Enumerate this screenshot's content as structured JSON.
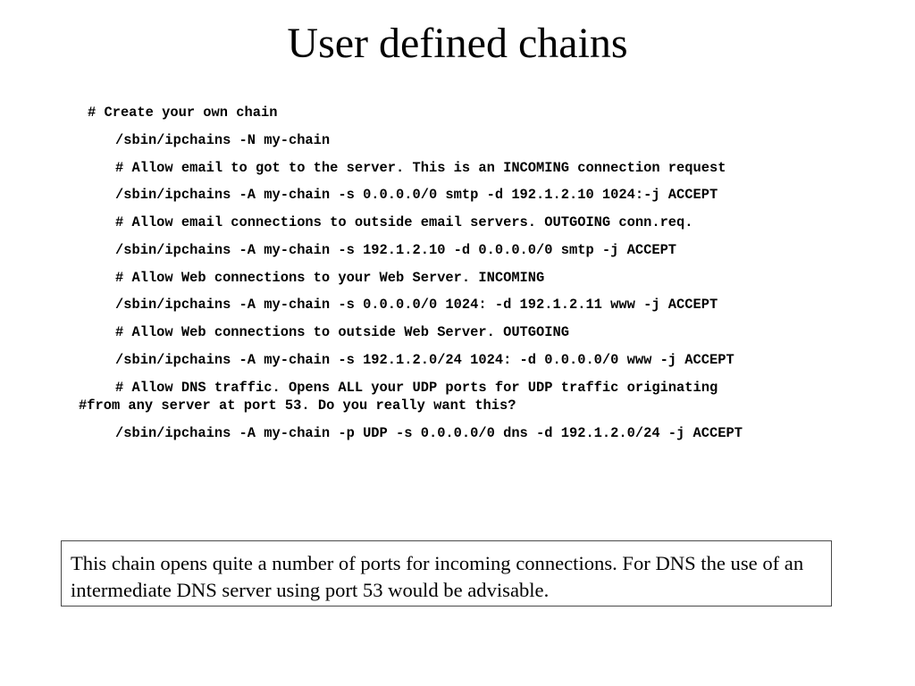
{
  "slide": {
    "title": "User defined chains",
    "lines": [
      "# Create your own chain",
      "/sbin/ipchains -N my-chain",
      "# Allow email to got to the server. This is an INCOMING connection request",
      "/sbin/ipchains -A my-chain -s 0.0.0.0/0 smtp -d 192.1.2.10 1024:-j ACCEPT",
      "# Allow email connections to outside email servers. OUTGOING conn.req.",
      "/sbin/ipchains -A my-chain -s 192.1.2.10 -d 0.0.0.0/0 smtp -j ACCEPT",
      "# Allow Web connections to your Web Server. INCOMING",
      "/sbin/ipchains -A my-chain -s 0.0.0.0/0 1024: -d 192.1.2.11 www -j ACCEPT",
      "# Allow Web connections to outside Web Server. OUTGOING",
      "/sbin/ipchains -A my-chain -s 192.1.2.0/24 1024: -d 0.0.0.0/0 www -j ACCEPT",
      "# Allow DNS traffic. Opens ALL your UDP ports for UDP traffic originating",
      "#from any server at port 53. Do you really want this?",
      "/sbin/ipchains -A my-chain -p UDP -s 0.0.0.0/0 dns -d 192.1.2.0/24 -j ACCEPT"
    ],
    "note": "This chain opens quite a number of ports for incoming connections. For DNS the use of an intermediate DNS server using port 53 would be advisable."
  }
}
